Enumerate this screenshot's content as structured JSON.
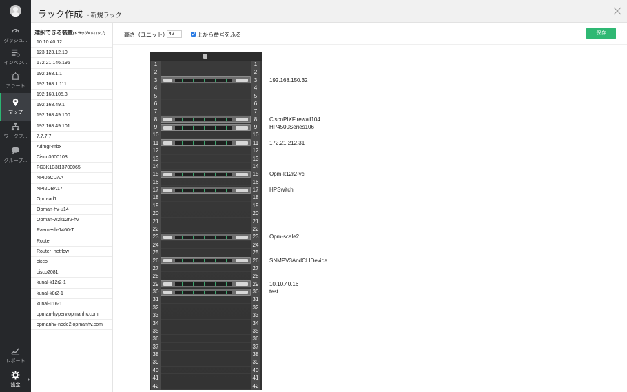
{
  "nav": {
    "items": [
      {
        "id": "dashboard",
        "label": "ダッシュ...",
        "icon": "dashboard-icon"
      },
      {
        "id": "inventory",
        "label": "インベン...",
        "icon": "inventory-icon"
      },
      {
        "id": "alerts",
        "label": "アラート",
        "icon": "alert-icon"
      },
      {
        "id": "maps",
        "label": "マップ",
        "icon": "map-pin-icon",
        "active": true
      },
      {
        "id": "workflow",
        "label": "ワークフ...",
        "icon": "workflow-icon"
      },
      {
        "id": "groups",
        "label": "グループ...",
        "icon": "chat-bubble-icon"
      },
      {
        "id": "reports",
        "label": "レポート",
        "icon": "chart-icon"
      },
      {
        "id": "settings",
        "label": "設定",
        "icon": "gear-icon"
      }
    ]
  },
  "header": {
    "title": "ラック作成",
    "subtitle": "- 新規ラック"
  },
  "device_panel": {
    "title": "選択できる装置",
    "title_hint": "(ドラッグ&ドロップ)",
    "items": [
      "10.10.40.12",
      "123.123.12.10",
      "172.21.146.195",
      "192.168.1.1",
      "192.168.1.111",
      "192.168.105.3",
      "192.168.49.1",
      "192.168.49.100",
      "192.168.49.101",
      "7.7.7.7",
      "Admgr-mbx",
      "Cisco3600103",
      "FG3K1B3I13700065",
      "NPI05CDAA",
      "NPI2DBA17",
      "Opm-ad1",
      "Opman-hv-u14",
      "Opman-w2k12r2-hv",
      "Raamesh-1460-T",
      "Router",
      "Router_netflow",
      "cisco",
      "cisco2081",
      "kunal-k12r2-1",
      "kunal-k8r2-1",
      "kunal-u16-1",
      "opman-hyperv.opmanhv.com",
      "opmanhv-node2.opmanhv.com"
    ]
  },
  "toolbar": {
    "height_label": "高さ（ユニット）",
    "height_value": "42",
    "topdown_label": "上から番号をふる",
    "topdown_checked": true,
    "save_label": "保存"
  },
  "rack": {
    "units": 42,
    "devices": [
      {
        "unit": 3,
        "label": "192.168.150.32"
      },
      {
        "unit": 8,
        "label": "CiscoPIXFirewall104"
      },
      {
        "unit": 9,
        "label": "HP4500Series106"
      },
      {
        "unit": 11,
        "label": "172.21.212.31"
      },
      {
        "unit": 15,
        "label": "Opm-k12r2-vc"
      },
      {
        "unit": 17,
        "label": "HPSwitch"
      },
      {
        "unit": 23,
        "label": "Opm-scale2"
      },
      {
        "unit": 26,
        "label": "SNMPV3AndCLIDevice"
      },
      {
        "unit": 29,
        "label": "10.10.40.16"
      },
      {
        "unit": 30,
        "label": "test"
      }
    ]
  }
}
